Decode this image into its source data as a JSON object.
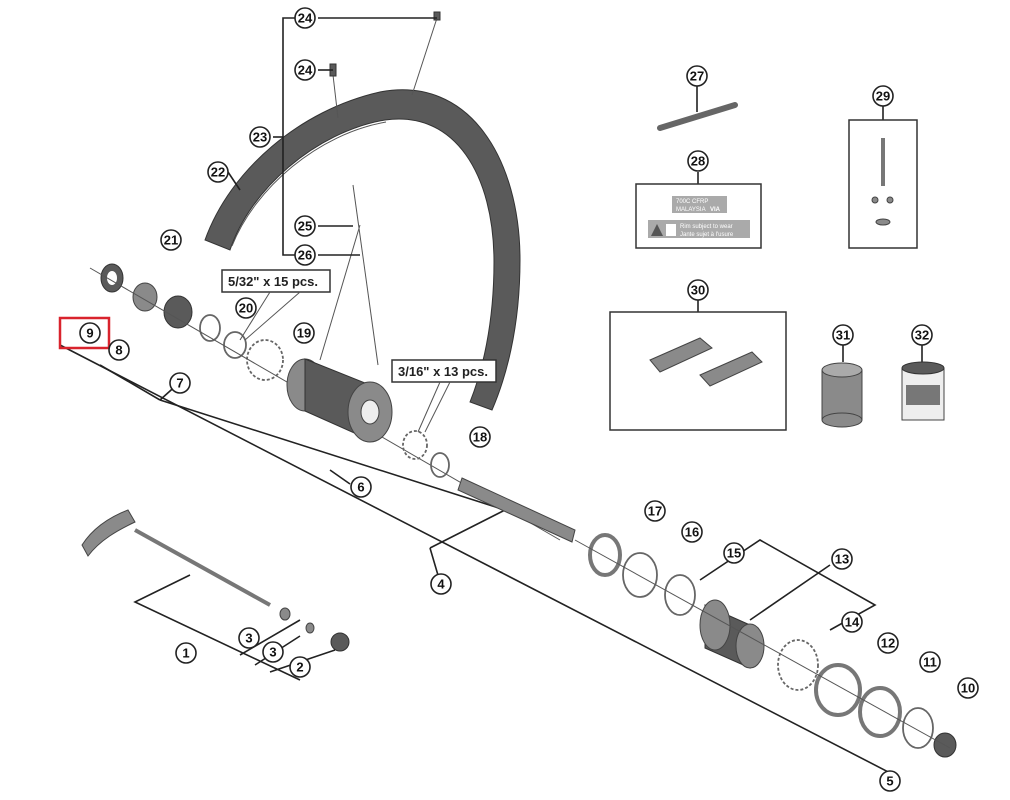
{
  "diagram": {
    "title": "Wheel exploded parts diagram",
    "highlight_color": "#d9232d",
    "highlighted_callout": "9",
    "callouts": [
      "1",
      "2",
      "3",
      "3",
      "4",
      "5",
      "6",
      "7",
      "8",
      "9",
      "10",
      "11",
      "12",
      "13",
      "14",
      "15",
      "16",
      "17",
      "18",
      "19",
      "20",
      "21",
      "22",
      "23",
      "24",
      "24",
      "25",
      "26",
      "27",
      "28",
      "29",
      "30",
      "31",
      "32"
    ],
    "quantity_labels": {
      "small_balls": "5/32\" x 15 pcs.",
      "large_balls": "3/16\" x 13 pcs."
    },
    "sticker": {
      "line1": "700C CFRP",
      "line2": "MALAYSIA",
      "badge": "VIA",
      "warning_line1": "Rim subject to wear",
      "warning_line2": "Jante sujet à l'usure"
    }
  }
}
